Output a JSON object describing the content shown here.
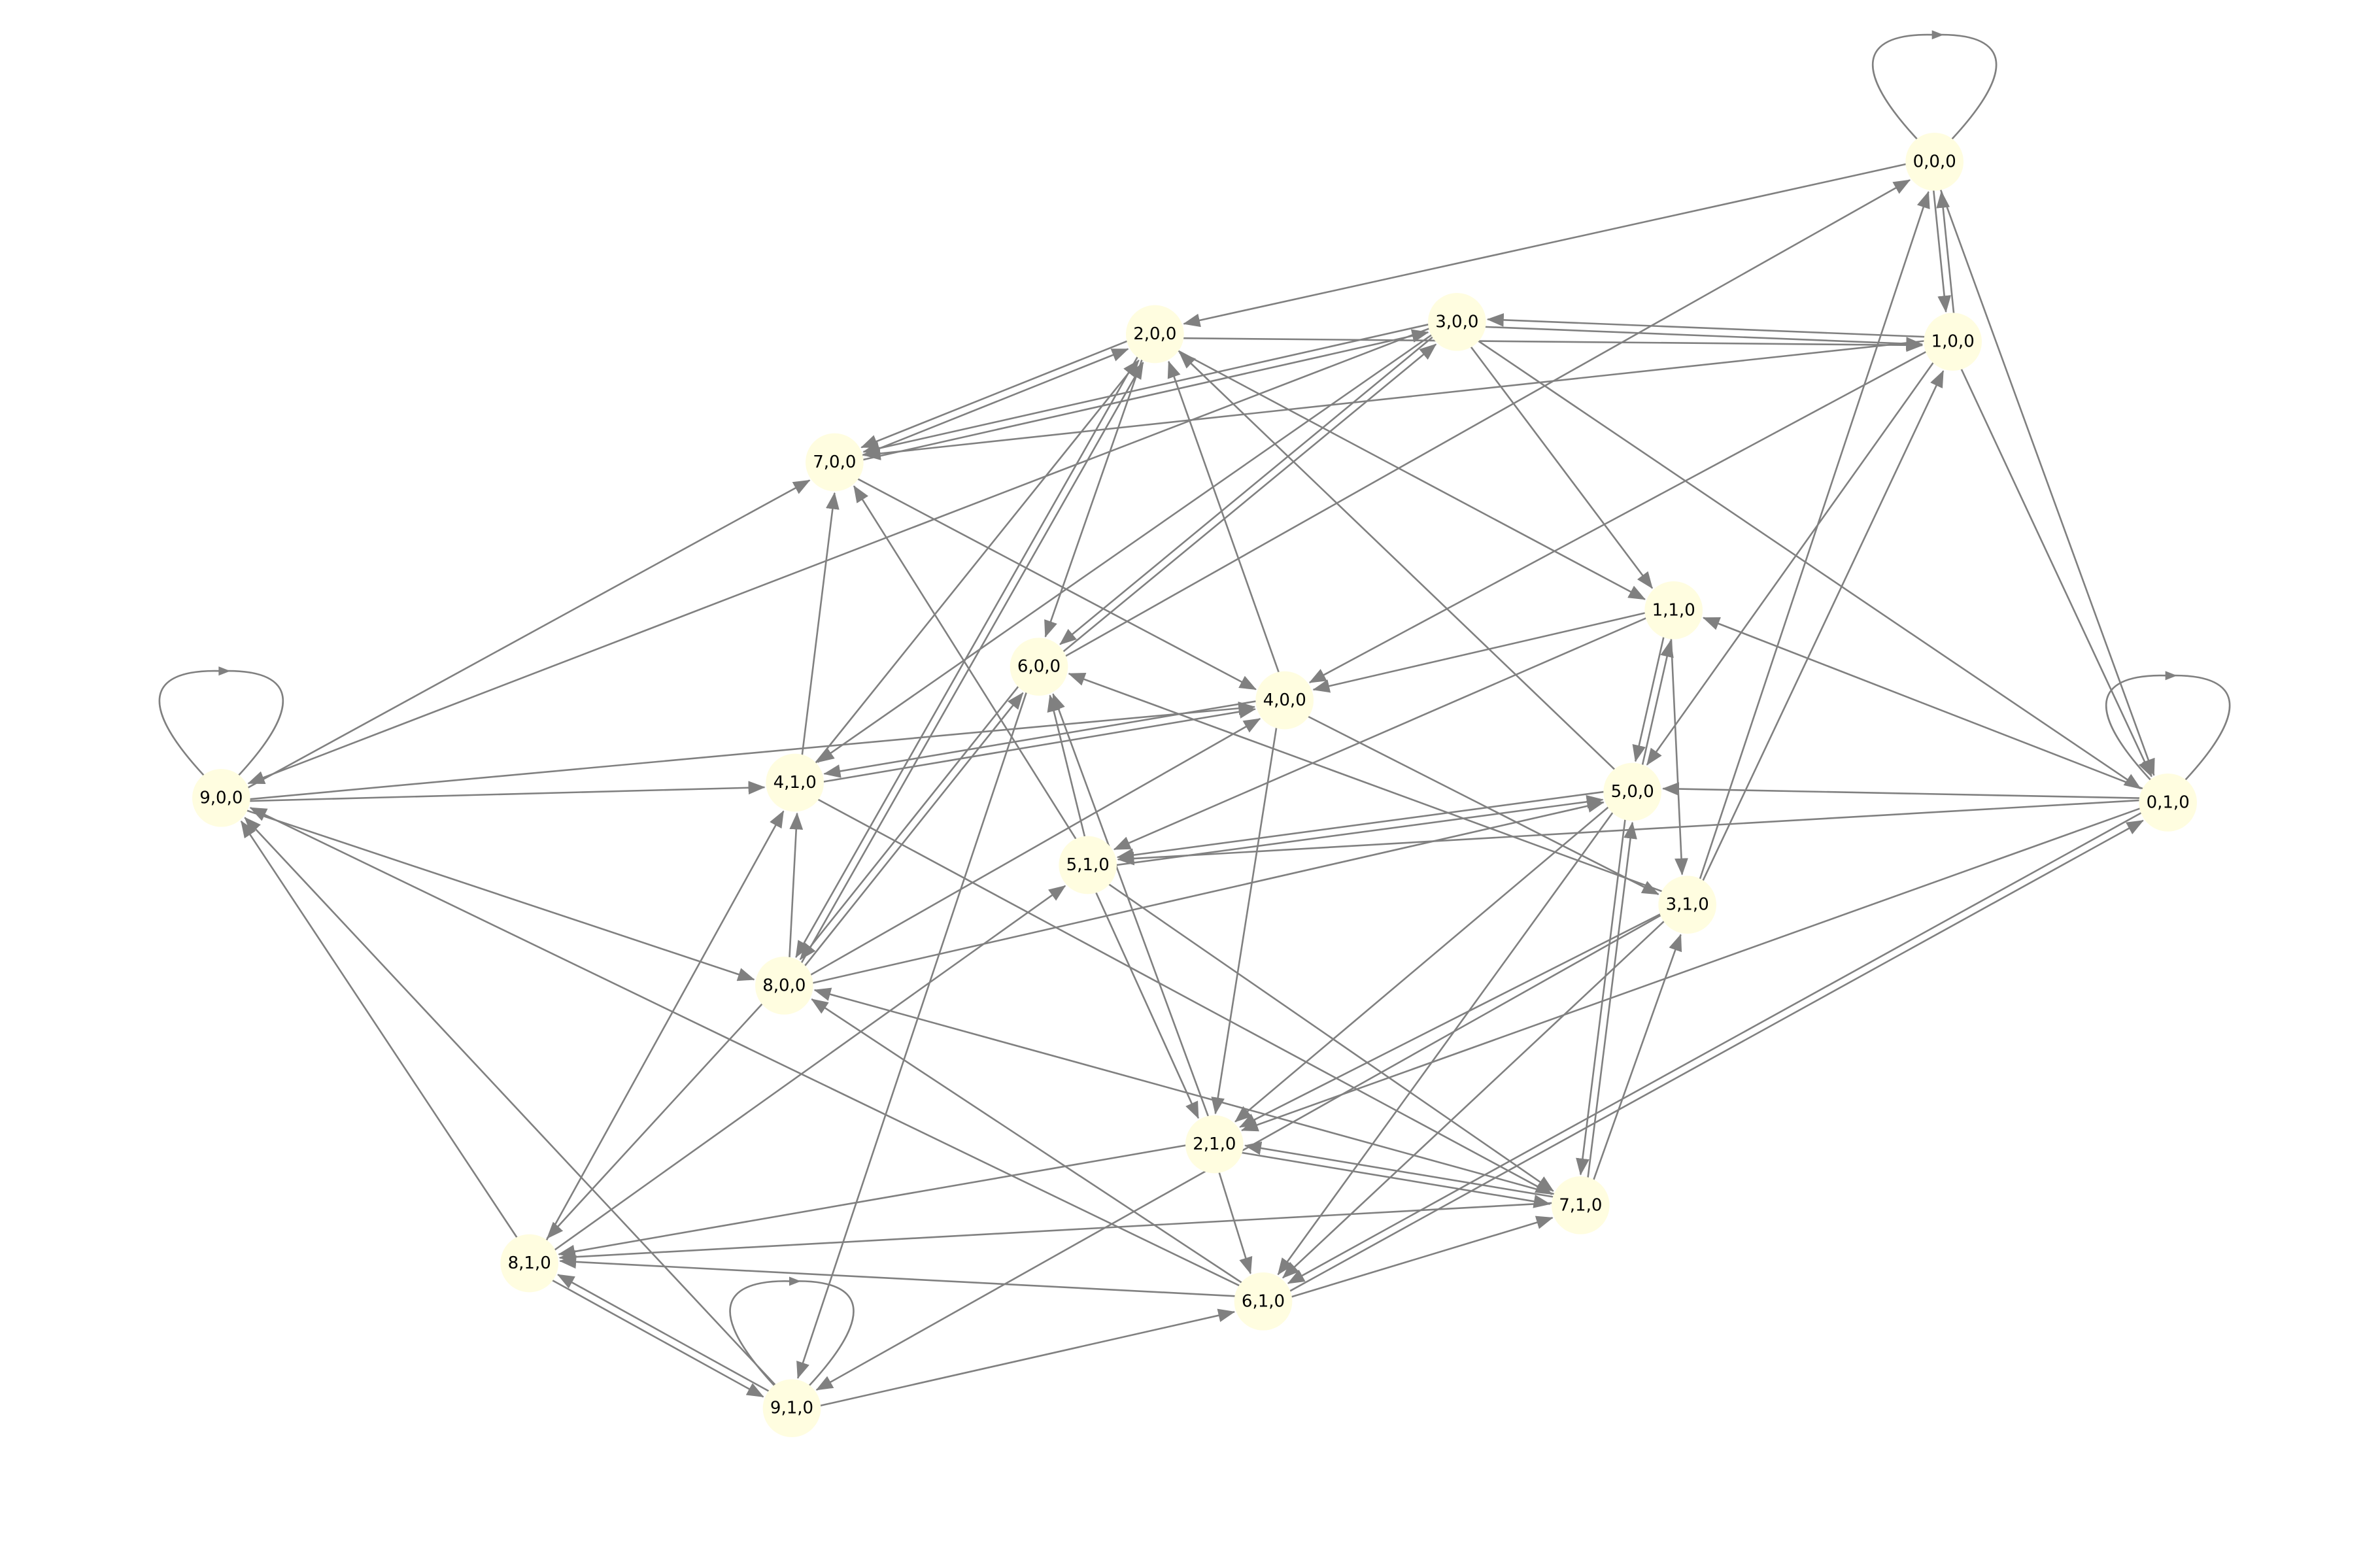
{
  "colors": {
    "node_fill": "#fffde0",
    "edge": "#808080",
    "label": "#000000",
    "background": "#ffffff"
  },
  "graph": {
    "directed": true,
    "nodes": [
      {
        "id": "0,0,0",
        "label": "0,0,0"
      },
      {
        "id": "1,0,0",
        "label": "1,0,0"
      },
      {
        "id": "2,0,0",
        "label": "2,0,0"
      },
      {
        "id": "3,0,0",
        "label": "3,0,0"
      },
      {
        "id": "4,0,0",
        "label": "4,0,0"
      },
      {
        "id": "5,0,0",
        "label": "5,0,0"
      },
      {
        "id": "6,0,0",
        "label": "6,0,0"
      },
      {
        "id": "7,0,0",
        "label": "7,0,0"
      },
      {
        "id": "8,0,0",
        "label": "8,0,0"
      },
      {
        "id": "9,0,0",
        "label": "9,0,0"
      },
      {
        "id": "0,1,0",
        "label": "0,1,0"
      },
      {
        "id": "1,1,0",
        "label": "1,1,0"
      },
      {
        "id": "2,1,0",
        "label": "2,1,0"
      },
      {
        "id": "3,1,0",
        "label": "3,1,0"
      },
      {
        "id": "4,1,0",
        "label": "4,1,0"
      },
      {
        "id": "5,1,0",
        "label": "5,1,0"
      },
      {
        "id": "6,1,0",
        "label": "6,1,0"
      },
      {
        "id": "7,1,0",
        "label": "7,1,0"
      },
      {
        "id": "8,1,0",
        "label": "8,1,0"
      },
      {
        "id": "9,1,0",
        "label": "9,1,0"
      }
    ],
    "edges": [
      [
        "0,0,0",
        "0,0,0"
      ],
      [
        "0,0,0",
        "2,0,0"
      ],
      [
        "0,0,0",
        "1,0,0"
      ],
      [
        "0,0,0",
        "0,1,0"
      ],
      [
        "1,0,0",
        "0,0,0"
      ],
      [
        "1,0,0",
        "3,0,0"
      ],
      [
        "1,0,0",
        "7,0,0"
      ],
      [
        "1,0,0",
        "0,1,0"
      ],
      [
        "1,0,0",
        "4,0,0"
      ],
      [
        "1,0,0",
        "5,0,0"
      ],
      [
        "2,0,0",
        "7,0,0"
      ],
      [
        "2,0,0",
        "1,0,0"
      ],
      [
        "2,0,0",
        "6,0,0"
      ],
      [
        "2,0,0",
        "1,1,0"
      ],
      [
        "2,0,0",
        "8,0,0"
      ],
      [
        "3,0,0",
        "1,0,0"
      ],
      [
        "3,0,0",
        "7,0,0"
      ],
      [
        "3,0,0",
        "1,1,0"
      ],
      [
        "3,0,0",
        "0,1,0"
      ],
      [
        "3,0,0",
        "9,0,0"
      ],
      [
        "3,0,0",
        "6,0,0"
      ],
      [
        "3,0,0",
        "4,1,0"
      ],
      [
        "4,0,0",
        "2,0,0"
      ],
      [
        "4,0,0",
        "4,1,0"
      ],
      [
        "4,0,0",
        "2,1,0"
      ],
      [
        "4,0,0",
        "3,1,0"
      ],
      [
        "5,0,0",
        "2,0,0"
      ],
      [
        "5,0,0",
        "5,1,0"
      ],
      [
        "5,0,0",
        "7,1,0"
      ],
      [
        "5,0,0",
        "6,1,0"
      ],
      [
        "5,0,0",
        "2,1,0"
      ],
      [
        "5,0,0",
        "1,1,0"
      ],
      [
        "6,0,0",
        "0,0,0"
      ],
      [
        "6,0,0",
        "3,0,0"
      ],
      [
        "6,0,0",
        "8,0,0"
      ],
      [
        "6,0,0",
        "9,1,0"
      ],
      [
        "7,0,0",
        "2,0,0"
      ],
      [
        "7,0,0",
        "3,0,0"
      ],
      [
        "7,0,0",
        "4,0,0"
      ],
      [
        "8,0,0",
        "6,0,0"
      ],
      [
        "8,0,0",
        "4,1,0"
      ],
      [
        "8,0,0",
        "4,0,0"
      ],
      [
        "8,0,0",
        "5,0,0"
      ],
      [
        "8,0,0",
        "2,0,0"
      ],
      [
        "8,0,0",
        "8,1,0"
      ],
      [
        "9,0,0",
        "9,0,0"
      ],
      [
        "9,0,0",
        "7,0,0"
      ],
      [
        "9,0,0",
        "4,1,0"
      ],
      [
        "9,0,0",
        "8,0,0"
      ],
      [
        "9,0,0",
        "4,0,0"
      ],
      [
        "0,1,0",
        "0,1,0"
      ],
      [
        "0,1,0",
        "5,0,0"
      ],
      [
        "0,1,0",
        "1,1,0"
      ],
      [
        "0,1,0",
        "5,1,0"
      ],
      [
        "0,1,0",
        "2,1,0"
      ],
      [
        "0,1,0",
        "6,1,0"
      ],
      [
        "1,1,0",
        "4,0,0"
      ],
      [
        "1,1,0",
        "5,1,0"
      ],
      [
        "1,1,0",
        "3,1,0"
      ],
      [
        "1,1,0",
        "5,0,0"
      ],
      [
        "2,1,0",
        "6,1,0"
      ],
      [
        "2,1,0",
        "8,1,0"
      ],
      [
        "2,1,0",
        "7,1,0"
      ],
      [
        "2,1,0",
        "6,0,0"
      ],
      [
        "3,1,0",
        "0,0,0"
      ],
      [
        "3,1,0",
        "1,0,0"
      ],
      [
        "3,1,0",
        "9,1,0"
      ],
      [
        "3,1,0",
        "6,1,0"
      ],
      [
        "3,1,0",
        "6,0,0"
      ],
      [
        "3,1,0",
        "2,1,0"
      ],
      [
        "4,1,0",
        "7,0,0"
      ],
      [
        "4,1,0",
        "2,0,0"
      ],
      [
        "4,1,0",
        "4,0,0"
      ],
      [
        "4,1,0",
        "7,1,0"
      ],
      [
        "5,1,0",
        "7,0,0"
      ],
      [
        "5,1,0",
        "6,0,0"
      ],
      [
        "5,1,0",
        "7,1,0"
      ],
      [
        "5,1,0",
        "2,1,0"
      ],
      [
        "5,1,0",
        "5,0,0"
      ],
      [
        "6,1,0",
        "9,0,0"
      ],
      [
        "6,1,0",
        "8,0,0"
      ],
      [
        "6,1,0",
        "7,1,0"
      ],
      [
        "6,1,0",
        "8,1,0"
      ],
      [
        "6,1,0",
        "0,1,0"
      ],
      [
        "7,1,0",
        "8,0,0"
      ],
      [
        "7,1,0",
        "2,1,0"
      ],
      [
        "7,1,0",
        "8,1,0"
      ],
      [
        "7,1,0",
        "3,1,0"
      ],
      [
        "7,1,0",
        "5,0,0"
      ],
      [
        "8,1,0",
        "9,0,0"
      ],
      [
        "8,1,0",
        "4,1,0"
      ],
      [
        "8,1,0",
        "5,1,0"
      ],
      [
        "8,1,0",
        "9,1,0"
      ],
      [
        "9,1,0",
        "9,1,0"
      ],
      [
        "9,1,0",
        "9,0,0"
      ],
      [
        "9,1,0",
        "8,1,0"
      ],
      [
        "9,1,0",
        "6,1,0"
      ]
    ]
  }
}
